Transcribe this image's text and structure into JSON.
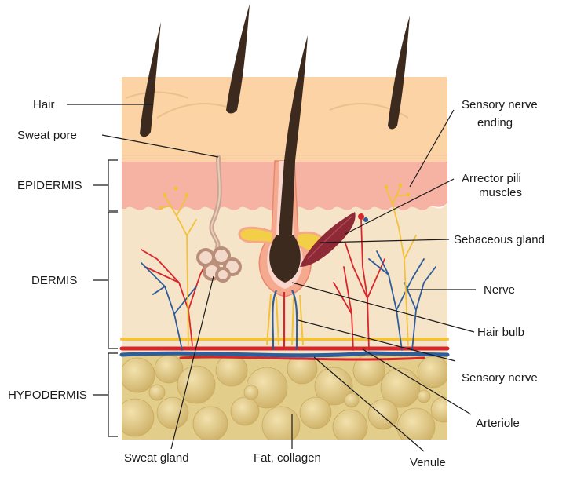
{
  "labels": {
    "hair": "Hair",
    "sweat_pore": "Sweat pore",
    "epidermis": "EPIDERMIS",
    "dermis": "DERMIS",
    "hypodermis": "HYPODERMIS",
    "sensory_nerve_ending_1": "Sensory nerve",
    "sensory_nerve_ending_2": "ending",
    "arrector_pili_1": "Arrector pili",
    "arrector_pili_2": "muscles",
    "sebaceous_gland": "Sebaceous gland",
    "nerve": "Nerve",
    "hair_bulb": "Hair bulb",
    "sensory_nerve": "Sensory nerve",
    "arteriole": "Arteriole",
    "sweat_gland": "Sweat gland",
    "fat_collagen": "Fat, collagen",
    "venule": "Venule"
  },
  "colors": {
    "surface": "#fbd3a5",
    "epidermis": "#f6b3a3",
    "dermis": "#f6e4c9",
    "hypodermis": "#e3cd8b",
    "fat_cell": "#dcc27a",
    "hair": "#3d2a1f",
    "artery": "#d9262b",
    "vein": "#2f5d9a",
    "nerve": "#f2c23a",
    "muscle": "#8e2a36",
    "gland": "#f2cf46",
    "sweat_duct": "#c9a48f"
  }
}
